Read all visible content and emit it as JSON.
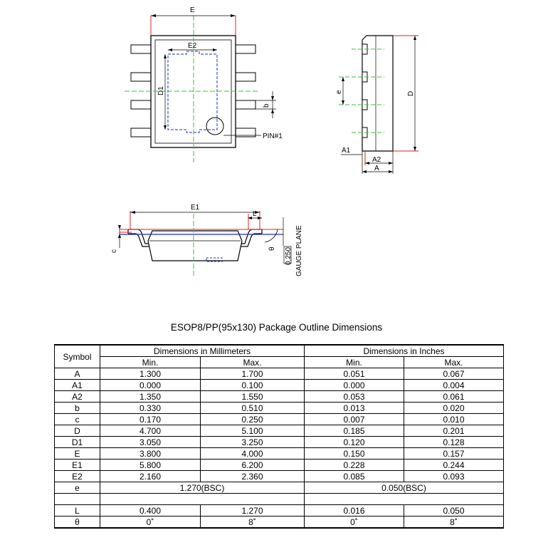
{
  "labels": {
    "top_view": {
      "E": "E",
      "E2": "E2",
      "D1": "D1",
      "b": "b",
      "pin1": "PIN#1"
    },
    "side_view": {
      "e": "e",
      "D": "D",
      "A1": "A1",
      "A2": "A2",
      "A": "A"
    },
    "end_view": {
      "E1": "E1",
      "L": "L",
      "c": "c",
      "theta": "θ",
      "gauge_value": "0.250",
      "gauge_plane": "GAUGE PLANE"
    }
  },
  "table": {
    "title": "ESOP8/PP(95x130) Package Outline Dimensions",
    "symbol_header": "Symbol",
    "mm_header": "Dimensions in Millimeters",
    "in_header": "Dimensions in Inches",
    "min_label": "Min.",
    "max_label": "Max.",
    "rows": [
      {
        "symbol": "A",
        "mm_min": "1.300",
        "mm_max": "1.700",
        "in_min": "0.051",
        "in_max": "0.067"
      },
      {
        "symbol": "A1",
        "mm_min": "0.000",
        "mm_max": "0.100",
        "in_min": "0.000",
        "in_max": "0.004"
      },
      {
        "symbol": "A2",
        "mm_min": "1.350",
        "mm_max": "1.550",
        "in_min": "0.053",
        "in_max": "0.061"
      },
      {
        "symbol": "b",
        "mm_min": "0.330",
        "mm_max": "0.510",
        "in_min": "0.013",
        "in_max": "0.020"
      },
      {
        "symbol": "c",
        "mm_min": "0.170",
        "mm_max": "0.250",
        "in_min": "0.007",
        "in_max": "0.010"
      },
      {
        "symbol": "D",
        "mm_min": "4.700",
        "mm_max": "5.100",
        "in_min": "0.185",
        "in_max": "0.201"
      },
      {
        "symbol": "D1",
        "mm_min": "3.050",
        "mm_max": "3.250",
        "in_min": "0.120",
        "in_max": "0.128"
      },
      {
        "symbol": "E",
        "mm_min": "3.800",
        "mm_max": "4.000",
        "in_min": "0.150",
        "in_max": "0.157"
      },
      {
        "symbol": "E1",
        "mm_min": "5.800",
        "mm_max": "6.200",
        "in_min": "0.228",
        "in_max": "0.244"
      },
      {
        "symbol": "E2",
        "mm_min": "2.160",
        "mm_max": "2.360",
        "in_min": "0.085",
        "in_max": "0.093"
      }
    ],
    "e_row": {
      "symbol": "e",
      "mm": "1.270(BSC)",
      "in": "0.050(BSC)"
    },
    "tail_rows": [
      {
        "symbol": "L",
        "mm_min": "0.400",
        "mm_max": "1.270",
        "in_min": "0.016",
        "in_max": "0.050"
      },
      {
        "symbol": "θ",
        "mm_min": "0˚",
        "mm_max": "8˚",
        "in_min": "0˚",
        "in_max": "8˚"
      }
    ]
  }
}
